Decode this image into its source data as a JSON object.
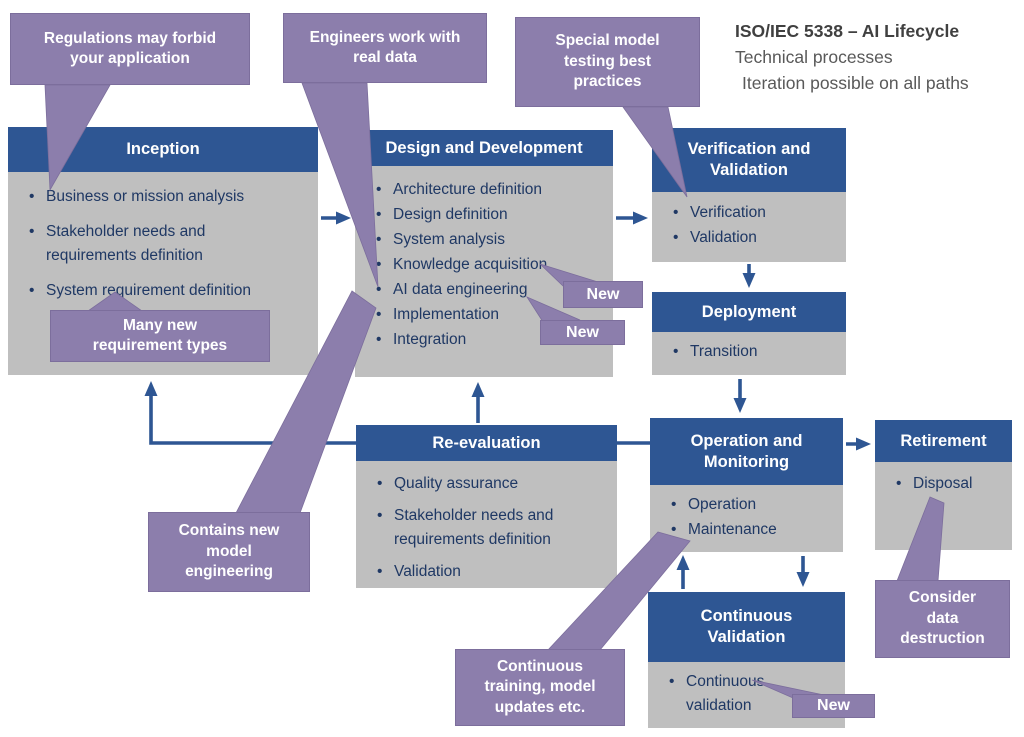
{
  "title_block": {
    "line1": "ISO/IEC 5338 – AI Lifecycle",
    "line2": "Technical processes",
    "line3": "Iteration possible on all paths"
  },
  "boxes": {
    "inception": {
      "title": "Inception",
      "items": [
        "Business or mission analysis",
        "Stakeholder needs and\nrequirements definition",
        "System requirement definition"
      ]
    },
    "design_development": {
      "title": "Design and Development",
      "items": [
        "Architecture definition",
        "Design definition",
        "System analysis",
        "Knowledge acquisition",
        "AI data engineering",
        "Implementation",
        "Integration"
      ]
    },
    "verification_validation": {
      "title": "Verification and\nValidation",
      "items": [
        "Verification",
        "Validation"
      ]
    },
    "deployment": {
      "title": "Deployment",
      "items": [
        "Transition"
      ]
    },
    "operation_monitoring": {
      "title": "Operation and\nMonitoring",
      "items": [
        "Operation",
        "Maintenance"
      ]
    },
    "retirement": {
      "title": "Retirement",
      "items": [
        "Disposal"
      ]
    },
    "re_evaluation": {
      "title": "Re-evaluation",
      "items": [
        "Quality assurance",
        "Stakeholder needs and\nrequirements definition",
        "Validation"
      ]
    },
    "continuous_validation": {
      "title": "Continuous\nValidation",
      "items": [
        "Continuous\nvalidation"
      ]
    }
  },
  "callouts": {
    "regulations": "Regulations may forbid\nyour application",
    "engineers": "Engineers work with\nreal data",
    "special_testing": "Special model\ntesting best\npractices",
    "many_new_requirements": "Many new\nrequirement types",
    "contains_new_model": "Contains new\nmodel\nengineering",
    "continuous_training": "Continuous\ntraining, model\nupdates etc.",
    "consider_destruction": "Consider\ndata\ndestruction"
  },
  "badges": {
    "new_knowledge_acquisition": "New",
    "new_ai_data_engineering": "New",
    "new_continuous_validation": "New"
  },
  "palette": {
    "header_blue": "#2E5693",
    "body_gray": "#BFBFBF",
    "callout_purple": "#8C7EAC",
    "callout_border": "#7C6E9C",
    "bullet_navy": "#1F3864",
    "arrow_blue": "#2E5693",
    "title_gray": "#595959",
    "title_dark": "#404040"
  }
}
